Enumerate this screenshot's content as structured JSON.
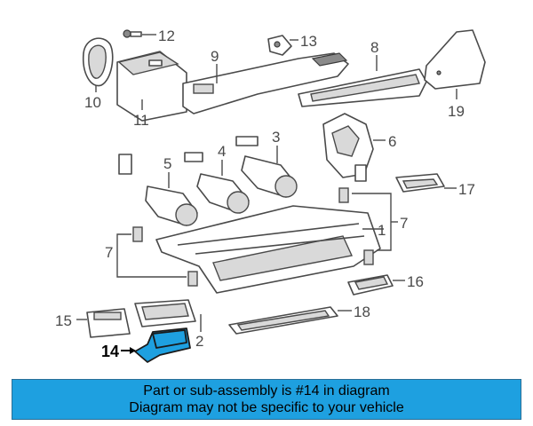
{
  "callouts": {
    "c1": "1",
    "c2": "2",
    "c3": "3",
    "c4": "4",
    "c5": "5",
    "c6": "6",
    "c7a": "7",
    "c7b": "7",
    "c8": "8",
    "c9": "9",
    "c10": "10",
    "c11": "11",
    "c12": "12",
    "c13": "13",
    "c14": "14",
    "c15": "15",
    "c16": "16",
    "c17": "17",
    "c18": "18",
    "c19": "19"
  },
  "highlighted_part": "14",
  "colors": {
    "highlight": "#1ea0e0",
    "banner": "#1ea0e0",
    "line": "#4a4a4a"
  },
  "banner": {
    "line1": "Part or sub-assembly is #14 in diagram",
    "line2": "Diagram may not be specific to your vehicle"
  }
}
